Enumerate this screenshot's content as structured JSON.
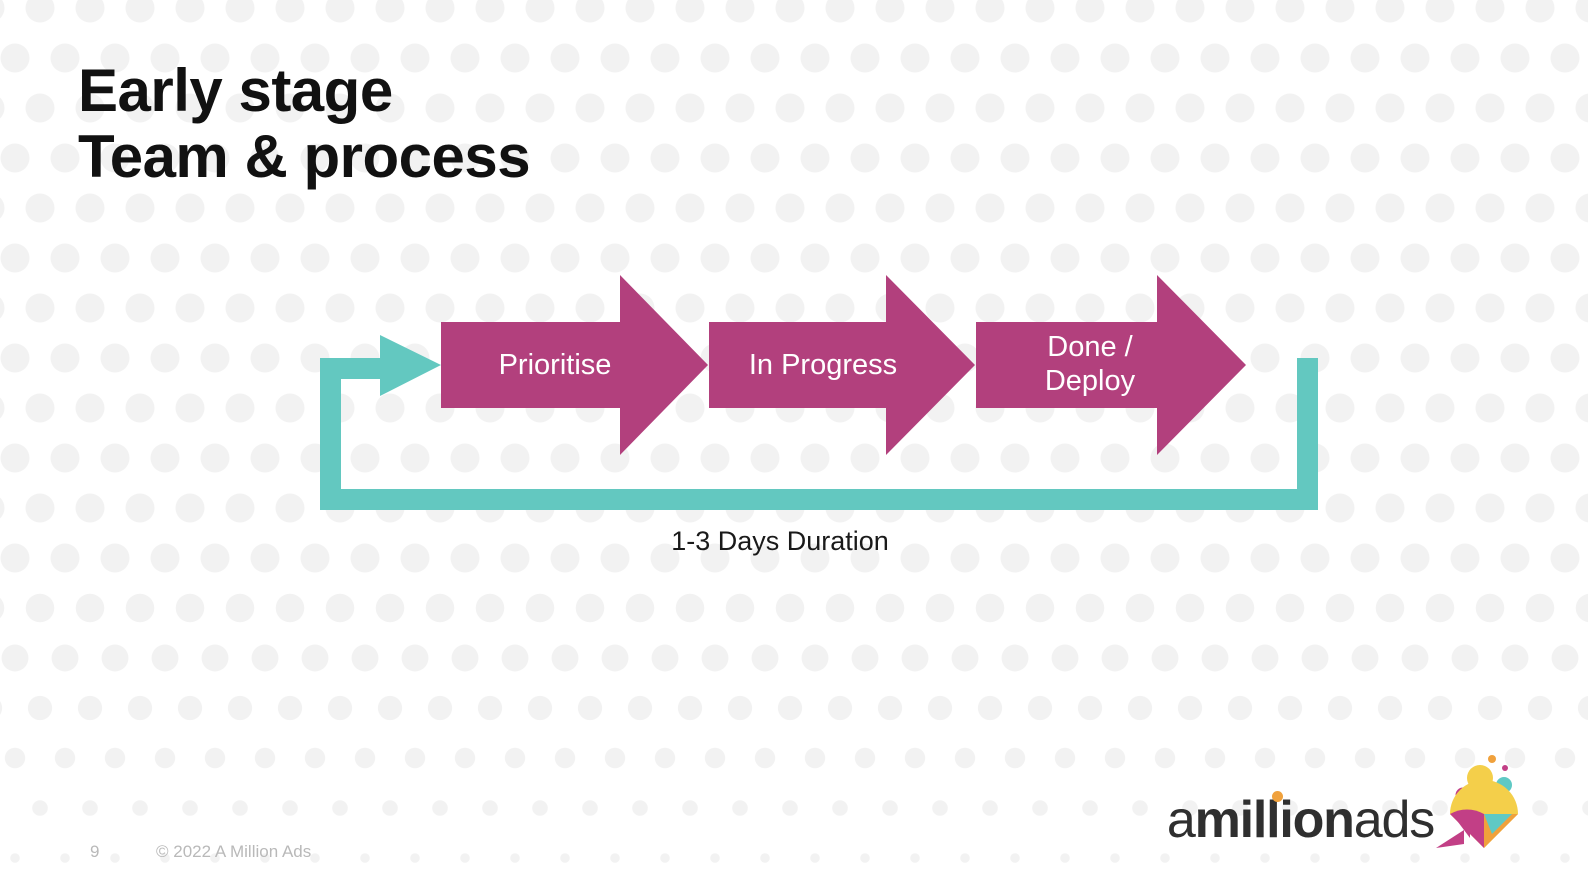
{
  "slide": {
    "title_line1": "Early stage",
    "title_line2": "Team & process",
    "page_number": "9",
    "copyright": "© 2022 A Million Ads",
    "caption": "1-3 Days Duration"
  },
  "process": {
    "steps": [
      {
        "label": "Prioritise"
      },
      {
        "label": "In Progress"
      },
      {
        "label": "Done /\nDeploy"
      }
    ],
    "loop_label": "1-3 Days Duration"
  },
  "logo": {
    "text_part1": "a",
    "text_part2": "million",
    "text_part3": "ads",
    "alt": "amillionads"
  },
  "colors": {
    "magenta": "#b2407d",
    "teal": "#63c8c0",
    "dot": "#f2f2f2",
    "title": "#111111",
    "footer_text": "#b9b9b9",
    "caption_text": "#1a1a1a",
    "logo_orange": "#f0a13c",
    "logo_yellow": "#f4cf4a",
    "logo_teal": "#5fc9c4",
    "logo_pink": "#c23f86",
    "logo_dark": "#2f2f2f"
  }
}
